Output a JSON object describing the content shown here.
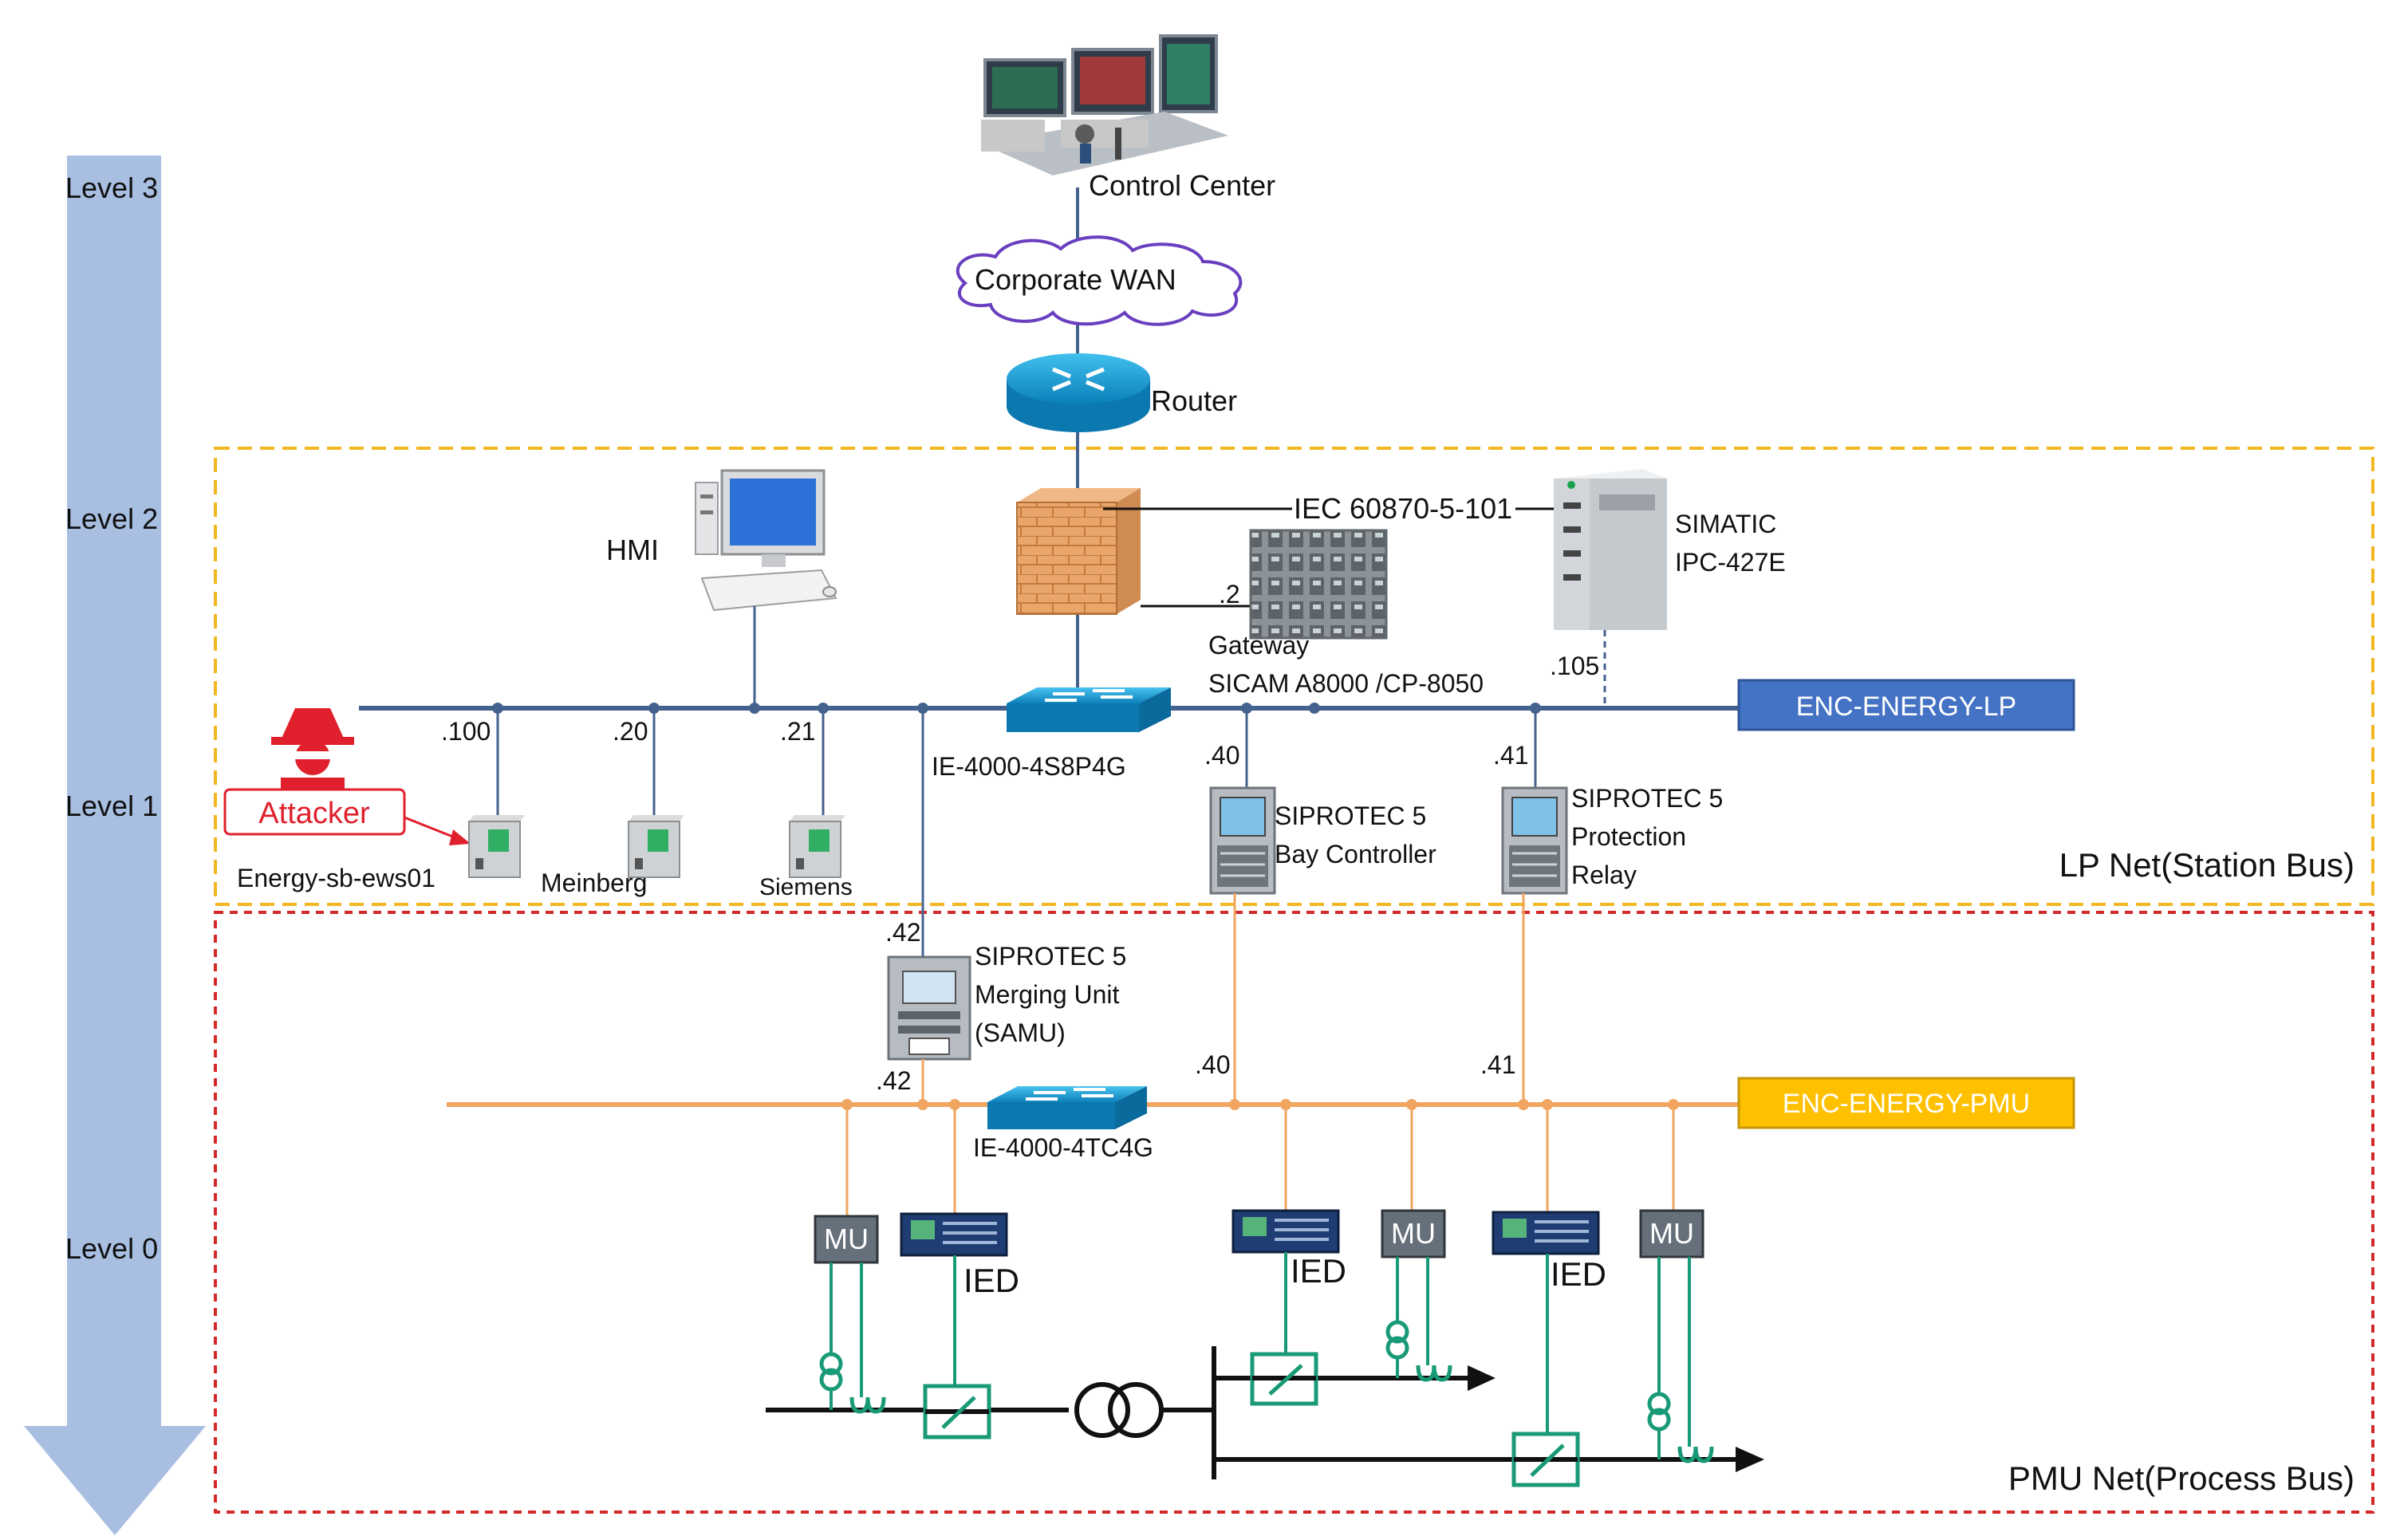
{
  "levels": [
    "Level 3",
    "Level 2",
    "Level 1",
    "Level 0"
  ],
  "control_center": "Control Center",
  "corporate_wan": "Corporate WAN",
  "router": "Router",
  "hmi": "HMI",
  "iec_protocol": "IEC 60870-5-101",
  "simatic": {
    "line1": "SIMATIC",
    "line2": "IPC-427E",
    "addr": ".105"
  },
  "gateway": {
    "line1": "Gateway",
    "line2": "SICAM A8000 /CP-8050",
    "addr": ".2"
  },
  "lp_switch": "IE-4000-4S8P4G",
  "lp_bus_label": "ENC-ENERGY-LP",
  "lp_net": "LP Net(Station Bus)",
  "attacker": "Attacker",
  "stations": [
    {
      "name": "Energy-sb-ews01",
      "addr": ".100"
    },
    {
      "name": "Meinberg",
      "addr": ".20"
    },
    {
      "name": "Siemens",
      "addr": ".21"
    }
  ],
  "bay_controller": {
    "line1": "SIPROTEC 5",
    "line2": "Bay Controller",
    "addr": ".40"
  },
  "protection_relay": {
    "line1": "SIPROTEC 5",
    "line2": "Protection",
    "line3": "Relay",
    "addr": ".41"
  },
  "merging_unit": {
    "line1": "SIPROTEC 5",
    "line2": "Merging Unit",
    "line3": "(SAMU)",
    "addr_top": ".42",
    "addr_bottom": ".42"
  },
  "pmu_switch": "IE-4000-4TC4G",
  "pmu_bus_label": "ENC-ENERGY-PMU",
  "pmu_addr_40": ".40",
  "pmu_addr_41": ".41",
  "pmu_net": "PMU Net(Process Bus)",
  "mu_label": "MU",
  "ied_label": "IED",
  "colors": {
    "level_arrow": "#a8bfe2",
    "lp_bus": "#44628e",
    "pmu_bus": "#f0a560",
    "lp_box": "#4472c4",
    "pmu_box": "#ffc000",
    "lp_frame": "#f2b722",
    "pmu_frame": "#d22a2a",
    "attacker": "#e0202c",
    "switch": "#1c8fc4",
    "green": "#199a77"
  }
}
